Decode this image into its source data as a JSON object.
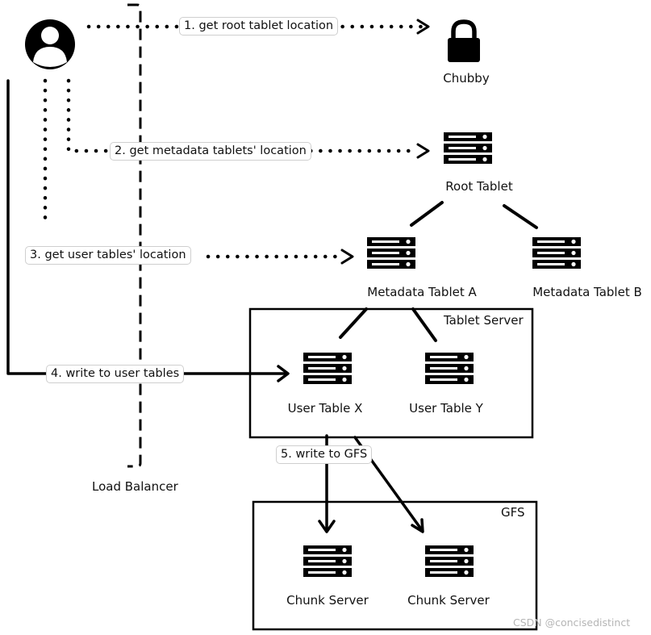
{
  "actors": {
    "client": "client-user-icon",
    "chubby": {
      "label": "Chubby",
      "icon": "lock-icon"
    }
  },
  "tablets": {
    "root": {
      "label": "Root Tablet",
      "icon": "server-rack-icon"
    },
    "metadata_a": {
      "label": "Metadata Tablet A",
      "icon": "server-rack-icon"
    },
    "metadata_b": {
      "label": "Metadata Tablet B",
      "icon": "server-rack-icon"
    },
    "user_x": {
      "label": "User Table X",
      "icon": "server-rack-icon"
    },
    "user_y": {
      "label": "User Table Y",
      "icon": "server-rack-icon"
    }
  },
  "groups": {
    "tablet_server": "Tablet Server",
    "gfs": "GFS",
    "load_balancer": "Load Balancer"
  },
  "chunk_servers": [
    {
      "label": "Chunk Server",
      "icon": "server-rack-icon"
    },
    {
      "label": "Chunk Server",
      "icon": "server-rack-icon"
    }
  ],
  "steps": [
    "1. get root tablet location",
    "2. get metadata tablets' location",
    "3. get user tables' location",
    "4. write to user tables",
    "5. write to GFS"
  ],
  "watermark": "CSDN @concisedistinct",
  "colors": {
    "stroke": "#000000",
    "label_border": "#cfcfcf",
    "watermark": "#b5b5b5"
  }
}
